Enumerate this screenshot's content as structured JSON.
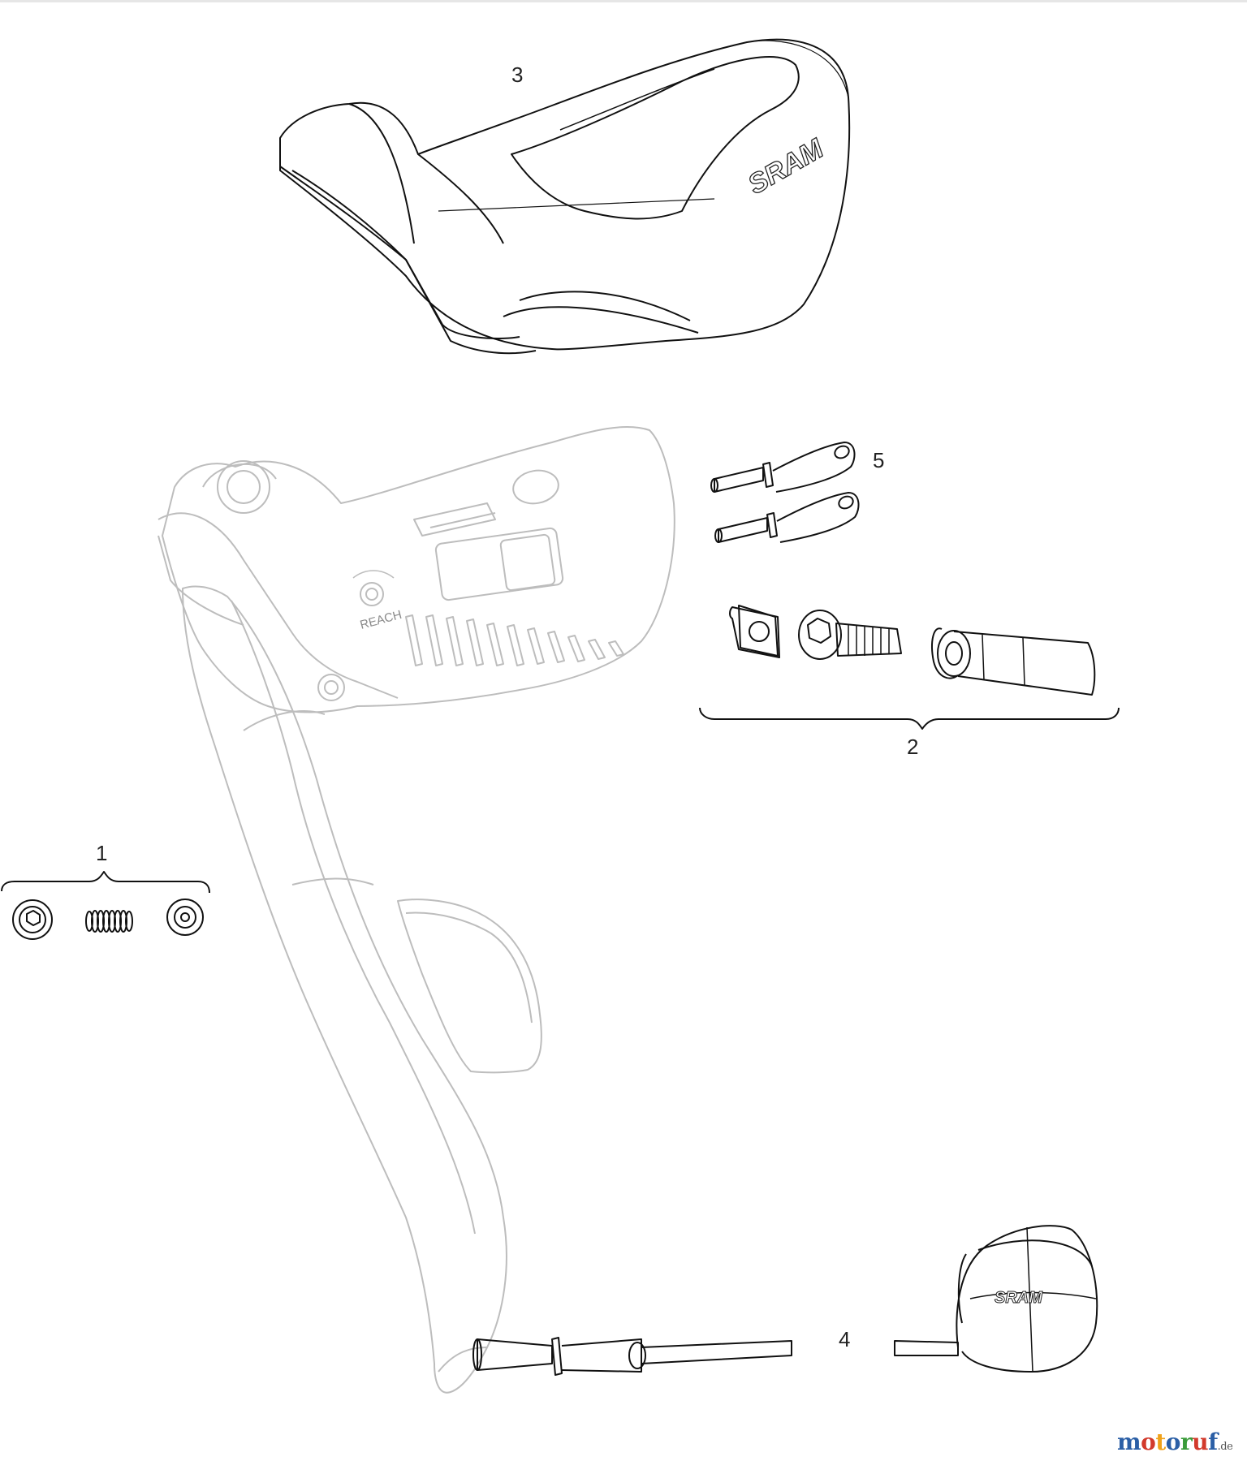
{
  "parts": [
    {
      "number": "1"
    },
    {
      "number": "2"
    },
    {
      "number": "3"
    },
    {
      "number": "4"
    },
    {
      "number": "5"
    }
  ],
  "embossed_text": {
    "reach": "REACH"
  },
  "logos": {
    "brand": "SRAM"
  },
  "watermark": {
    "segments": [
      {
        "text": "m",
        "color": "#2b5fa6"
      },
      {
        "text": "o",
        "color": "#d23a2c"
      },
      {
        "text": "t",
        "color": "#f0a21a"
      },
      {
        "text": "o",
        "color": "#2b5fa6"
      },
      {
        "text": "r",
        "color": "#3a9b3a"
      },
      {
        "text": "u",
        "color": "#d23a2c"
      },
      {
        "text": "f",
        "color": "#2b5fa6"
      }
    ],
    "tld": ".de"
  }
}
